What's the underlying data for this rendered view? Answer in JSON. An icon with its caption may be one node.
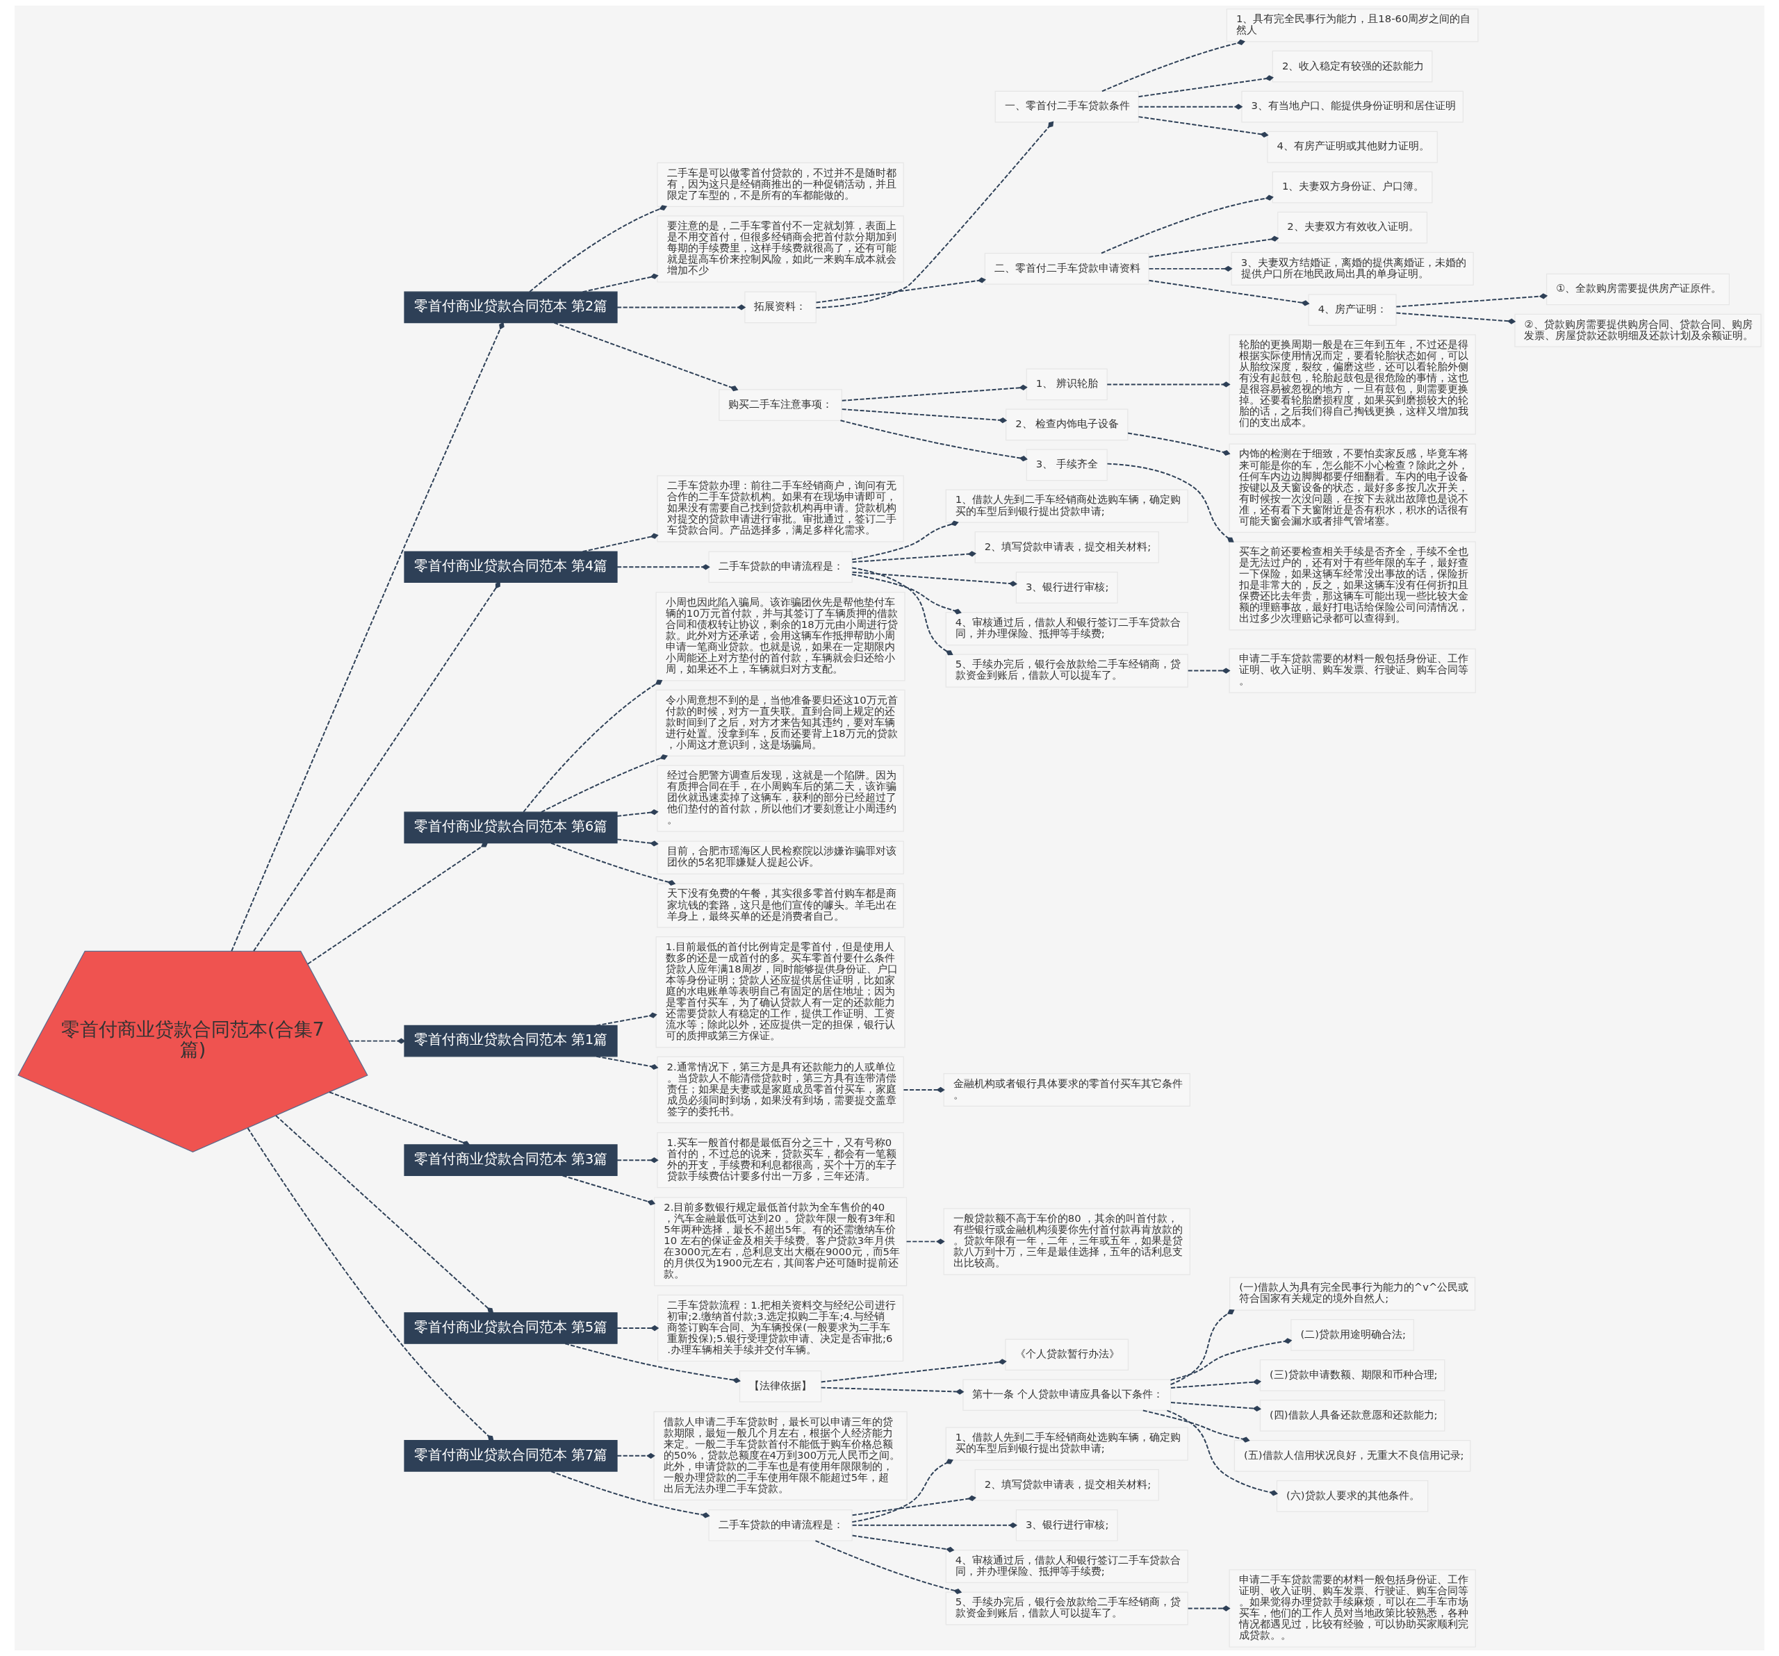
{
  "diagram": {
    "nodes": [
      {
        "text": [
          "零首付商业贷款合同范本(合集7篇)"
        ]
      },
      {
        "text": [
          "零首付商业贷款合同范本 第2篇"
        ]
      },
      {
        "text": [
          "二手车是可以做零首付贷款的，不过并不是随时都有，因为这只是经销商推出的一种促销活动，并且限定了车型的，不是所有的车都能做的。"
        ]
      },
      {
        "text": [
          "要注意的是，二手车零首付不一定就划算，表面上是不用交首付，但很多经销商会把首付款分期加到每期的手续费里，这样手续费就很高了，还有可能就是提高车价来控制风险，如此一来购车成本就会增加不少"
        ]
      },
      {
        "text": [
          "拓展资料："
        ]
      },
      {
        "text": [
          "一、零首付二手车贷款条件"
        ]
      },
      {
        "text": [
          "1、具有完全民事行为能力，且18-60周岁之间的自然人"
        ]
      },
      {
        "text": [
          "2、收入稳定有较强的还款能力"
        ]
      },
      {
        "text": [
          "3、有当地户口、能提供身份证明和居住证明"
        ]
      },
      {
        "text": [
          "4、有房产证明或其他财力证明。"
        ]
      },
      {
        "text": [
          "二、零首付二手车贷款申请资料"
        ]
      },
      {
        "text": [
          "1、夫妻双方身份证、户口簿。"
        ]
      },
      {
        "text": [
          "2、夫妻双方有效收入证明。"
        ]
      },
      {
        "text": [
          "3、夫妻双方结婚证，离婚的提供离婚证，未婚的提供户口所在地民政局出具的单身证明。"
        ]
      },
      {
        "text": [
          "4、房产证明："
        ]
      },
      {
        "text": [
          "①、全款购房需要提供房产证原件。"
        ]
      },
      {
        "text": [
          "②、贷款购房需要提供购房合同、贷款合同、购房发票、房屋贷款还款明细及还款计划及余额证明。"
        ]
      },
      {
        "text": [
          "购买二手车注意事项："
        ]
      },
      {
        "text": [
          "1、 辨识轮胎"
        ]
      },
      {
        "text": [
          "轮胎的更换周期一般是在三年到五年，不过还是得根据实际使用情况而定，要看轮胎状态如何，可以从胎纹深度，裂纹，偏磨这些，还可以看轮胎外侧有没有起鼓包，轮胎起鼓包是很危险的事情，这也是很容易被忽视的地方，一旦有鼓包，则需要更换掉。还要看轮胎磨损程度，如果买到磨损较大的轮胎的话，之后我们得自己掏钱更换，这样又增加我们的支出成本。"
        ]
      },
      {
        "text": [
          "2、 检查内饰电子设备"
        ]
      },
      {
        "text": [
          "内饰的检测在于细致，不要怕卖家反感，毕竟车将来可能是你的车，怎么能不小心检查？除此之外，任何车内边边脚脚都要仔细翻看。车内的电子设备按键以及天窗设备的状态，最好多多按几次开关，有时候按一次没问题，在按下去就出故障也是说不准，还有看下天窗附近是否有积水，积水的话很有可能天窗会漏水或者排气管堵塞。"
        ]
      },
      {
        "text": [
          "3、 手续齐全"
        ]
      },
      {
        "text": [
          "买车之前还要检查相关手续是否齐全，手续不全也是无法过户的，还有对于有些年限的车子，最好查一下保险，如果这辆车经常没出事故的话，保险折扣是非常大的，反之，如果这辆车没有任何折扣且保费还比去年贵，那这辆车可能出现一些比较大金额的理赔事故，最好打电话给保险公司问清情况，出过多少次理赔记录都可以查得到。"
        ]
      },
      {
        "text": [
          "零首付商业贷款合同范本 第4篇"
        ]
      },
      {
        "text": [
          "二手车贷款办理：前往二手车经销商户，询问有无合作的二手车贷款机构。如果有在现场申请即可，如果没有需要自己找到贷款机构再申请。贷款机构对提交的贷款申请进行审批。审批通过，签订二手车贷款合同。产品选择多，满足多样化需求。"
        ]
      },
      {
        "text": [
          "二手车贷款的申请流程是："
        ]
      },
      {
        "text": [
          "1、借款人先到二手车经销商处选购车辆，确定购买的车型后到银行提出贷款申请;"
        ]
      },
      {
        "text": [
          "2、填写贷款申请表，提交相关材料;"
        ]
      },
      {
        "text": [
          "3、银行进行审核;"
        ]
      },
      {
        "text": [
          "4、审核通过后，借款人和银行签订二手车贷款合同，并办理保险、抵押等手续费;"
        ]
      },
      {
        "text": [
          "5、手续办完后，银行会放款给二手车经销商，贷款资金到账后，借款人可以提车了。"
        ]
      },
      {
        "text": [
          "申请二手车贷款需要的材料一般包括身份证、工作证明、收入证明、购车发票、行驶证、购车合同等。"
        ]
      },
      {
        "text": [
          "零首付商业贷款合同范本 第6篇"
        ]
      },
      {
        "text": [
          "小周也因此陷入骗局。该诈骗团伙先是帮他垫付车辆的10万元首付款，并与其签订了车辆质押的借款合同和债权转让协议，剩余的18万元由小周进行贷款。此外对方还承诺，会用这辆车作抵押帮助小周申请一笔商业贷款。也就是说，如果在一定期限内小周能还上对方垫付的首付款，车辆就会归还给小周，如果还不上，车辆就归对方支配。"
        ]
      },
      {
        "text": [
          "令小周意想不到的是，当他准备要归还这10万元首付款的时候，对方一直失联。直到合同上规定的还款时间到了之后，对方才来告知其违约，要对车辆进行处置。没拿到车，反而还要背上18万元的贷款，小周这才意识到，这是场骗局。"
        ]
      },
      {
        "text": [
          "经过合肥警方调查后发现，这就是一个陷阱。因为有质押合同在手，在小周购车后的第二天，该诈骗团伙就迅速卖掉了这辆车，获利的部分已经超过了他们垫付的首付款，所以他们才要刻意让小周违约。"
        ]
      },
      {
        "text": [
          "目前，合肥市瑶海区人民检察院以涉嫌诈骗罪对该团伙的5名犯罪嫌疑人提起公诉。"
        ]
      },
      {
        "text": [
          "天下没有免费的午餐，其实很多零首付购车都是商家坑钱的套路，这只是他们宣传的噱头。羊毛出在羊身上，最终买单的还是消费者自己。"
        ]
      },
      {
        "text": [
          "零首付商业贷款合同范本 第1篇"
        ]
      },
      {
        "text": [
          "1.目前最低的首付比例肯定是零首付，但是使用人数多的还是一成首付的多。买车零首付要什么条件贷款人应年满18周岁，同时能够提供身份证、户口本等身份证明；贷款人还应提供居住证明，比如家庭的水电账单等表明自己有固定的居住地址；因为是零首付买车，为了确认贷款人有一定的还款能力还需要贷款人有稳定的工作，提供工作证明、工资流水等；除此以外，还应提供一定的担保，银行认可的质押或第三方保证。"
        ]
      },
      {
        "text": [
          "2.通常情况下，第三方是具有还款能力的人或单位。当贷款人不能清偿贷款时，第三方具有连带清偿责任；如果是夫妻或是家庭成员零首付买车，家庭成员必须同时到场，如果没有到场，需要提交盖章签字的委托书。"
        ]
      },
      {
        "text": [
          "金融机构或者银行具体要求的零首付买车其它条件。"
        ]
      },
      {
        "text": [
          "零首付商业贷款合同范本 第3篇"
        ]
      },
      {
        "text": [
          "1.买车一般首付都是最低百分之三十，又有号称0首付的，不过总的说来，贷款买车，都会有一笔额外的开支，手续费和利息都很高，买个十万的车子贷款手续费估计要多付出一万多，三年还清。"
        ]
      },
      {
        "text": [
          "2.目前多数银行规定最低首付款为全车售价的40 ，汽车金融最低可达到20 。贷款年限一般有3年和5年两种选择，最长不超出5年。有的还需缴纳车价10 左右的保证金及相关手续费。客户贷款3年月供在3000元左右，总利息支出大概在9000元，而5年的月供仅为1900元左右，其间客户还可随时提前还款。"
        ]
      },
      {
        "text": [
          "一般贷款额不高于车价的80 ，其余的叫首付款，有些银行或金融机构须要你先付首付款再肯放款的。贷款年限有一年，二年，三年或五年，如果是贷款八万到十万，三年是最佳选择，五年的话利息支出比较高。"
        ]
      },
      {
        "text": [
          "零首付商业贷款合同范本 第5篇"
        ]
      },
      {
        "text": [
          "二手车贷款流程：1.把相关资料交与经纪公司进行初审;2.缴纳首付款;3.选定拟购二手车;4.与经销商签订购车合同、为车辆投保(一般要求为二手车重新投保);5.银行受理贷款申请、决定是否审批;6.办理车辆相关手续并交付车辆。"
        ]
      },
      {
        "text": [
          "【法律依据】"
        ]
      },
      {
        "text": [
          "《个人贷款暂行办法》"
        ]
      },
      {
        "text": [
          "第十一条 个人贷款申请应具备以下条件："
        ]
      },
      {
        "text": [
          "(一)借款人为具有完全民事行为能力的^v^公民或符合国家有关规定的境外自然人;"
        ]
      },
      {
        "text": [
          "(二)贷款用途明确合法;"
        ]
      },
      {
        "text": [
          "(三)贷款申请数额、期限和币种合理;"
        ]
      },
      {
        "text": [
          "(四)借款人具备还款意愿和还款能力;"
        ]
      },
      {
        "text": [
          "(五)借款人信用状况良好，无重大不良信用记录;"
        ]
      },
      {
        "text": [
          "(六)贷款人要求的其他条件。"
        ]
      },
      {
        "text": [
          "零首付商业贷款合同范本 第7篇"
        ]
      },
      {
        "text": [
          "借款人申请二手车贷款时，最长可以申请三年的贷款期限，最短一般几个月左右，根据个人经济能力来定。一般二手车贷款首付不能低于购车价格总额的50%，贷款总额度在4万到300万元人民币之间。此外，申请贷款的二手车也是有使用年限限制的，一般办理贷款的二手车使用年限不能超过5年，超出后无法办理二手车贷款。"
        ]
      },
      {
        "text": [
          "二手车贷款的申请流程是："
        ]
      },
      {
        "text": [
          "1、借款人先到二手车经销商处选购车辆，确定购买的车型后到银行提出贷款申请;"
        ]
      },
      {
        "text": [
          "2、填写贷款申请表，提交相关材料;"
        ]
      },
      {
        "text": [
          "3、银行进行审核;"
        ]
      },
      {
        "text": [
          "4、审核通过后，借款人和银行签订二手车贷款合同，并办理保险、抵押等手续费;"
        ]
      },
      {
        "text": [
          "5、手续办完后，银行会放款给二手车经销商，贷款资金到账后，借款人可以提车了。"
        ]
      },
      {
        "text": [
          "申请二手车贷款需要的材料一般包括身份证、工作证明、收入证明、购车发票、行驶证、购车合同等。如果觉得办理贷款手续麻烦，可以在二手车市场买车，他们的工作人员对当地政策比较熟悉，各种情况都遇见过，比较有经验，可以协助买家顺利完成贷款。。"
        ]
      }
    ],
    "edges": [
      {
        "from": 0,
        "to": 1,
        "arrow": "other",
        "style": "dashed"
      },
      {
        "from": 1,
        "to": 2,
        "arrow": "other",
        "style": "dashed"
      },
      {
        "from": 1,
        "to": 3,
        "arrow": "other",
        "style": "dashed"
      },
      {
        "from": 1,
        "to": 4,
        "arrow": "other",
        "style": "dashed"
      },
      {
        "from": 4,
        "to": 5,
        "arrow": "other",
        "style": "dashed"
      },
      {
        "from": 5,
        "to": 6,
        "arrow": "other",
        "style": "dashed"
      },
      {
        "from": 5,
        "to": 7,
        "arrow": "other",
        "style": "dashed"
      },
      {
        "from": 5,
        "to": 8,
        "arrow": "other",
        "style": "dashed"
      },
      {
        "from": 5,
        "to": 9,
        "arrow": "other",
        "style": "dashed"
      },
      {
        "from": 4,
        "to": 10,
        "arrow": "other",
        "style": "dashed"
      },
      {
        "from": 10,
        "to": 11,
        "arrow": "other",
        "style": "dashed"
      },
      {
        "from": 10,
        "to": 12,
        "arrow": "other",
        "style": "dashed"
      },
      {
        "from": 10,
        "to": 13,
        "arrow": "other",
        "style": "dashed"
      },
      {
        "from": 10,
        "to": 14,
        "arrow": "other",
        "style": "dashed"
      },
      {
        "from": 14,
        "to": 15,
        "arrow": "other",
        "style": "dashed"
      },
      {
        "from": 14,
        "to": 16,
        "arrow": "other",
        "style": "dashed"
      },
      {
        "from": 1,
        "to": 17,
        "arrow": "other",
        "style": "dashed"
      },
      {
        "from": 17,
        "to": 18,
        "arrow": "other",
        "style": "dashed"
      },
      {
        "from": 18,
        "to": 19,
        "arrow": "other",
        "style": "dashed"
      },
      {
        "from": 17,
        "to": 20,
        "arrow": "other",
        "style": "dashed"
      },
      {
        "from": 20,
        "to": 21,
        "arrow": "other",
        "style": "dashed"
      },
      {
        "from": 17,
        "to": 22,
        "arrow": "other",
        "style": "dashed"
      },
      {
        "from": 22,
        "to": 23,
        "arrow": "other",
        "style": "dashed"
      },
      {
        "from": 0,
        "to": 24,
        "arrow": "other",
        "style": "dashed"
      },
      {
        "from": 24,
        "to": 25,
        "arrow": "other",
        "style": "dashed"
      },
      {
        "from": 24,
        "to": 26,
        "arrow": "other",
        "style": "dashed"
      },
      {
        "from": 26,
        "to": 27,
        "arrow": "other",
        "style": "dashed"
      },
      {
        "from": 26,
        "to": 28,
        "arrow": "other",
        "style": "dashed"
      },
      {
        "from": 26,
        "to": 29,
        "arrow": "other",
        "style": "dashed"
      },
      {
        "from": 26,
        "to": 30,
        "arrow": "other",
        "style": "dashed"
      },
      {
        "from": 26,
        "to": 31,
        "arrow": "other",
        "style": "dashed"
      },
      {
        "from": 31,
        "to": 32,
        "arrow": "other",
        "style": "dashed"
      },
      {
        "from": 0,
        "to": 33,
        "arrow": "other",
        "style": "dashed"
      },
      {
        "from": 33,
        "to": 34,
        "arrow": "other",
        "style": "dashed"
      },
      {
        "from": 33,
        "to": 35,
        "arrow": "other",
        "style": "dashed"
      },
      {
        "from": 33,
        "to": 36,
        "arrow": "other",
        "style": "dashed"
      },
      {
        "from": 33,
        "to": 37,
        "arrow": "other",
        "style": "dashed"
      },
      {
        "from": 33,
        "to": 38,
        "arrow": "other",
        "style": "dashed"
      },
      {
        "from": 0,
        "to": 39,
        "arrow": "other",
        "style": "dashed"
      },
      {
        "from": 39,
        "to": 40,
        "arrow": "other",
        "style": "dashed"
      },
      {
        "from": 39,
        "to": 41,
        "arrow": "other",
        "style": "dashed"
      },
      {
        "from": 41,
        "to": 42,
        "arrow": "other",
        "style": "dashed"
      },
      {
        "from": 0,
        "to": 43,
        "arrow": "other",
        "style": "dashed"
      },
      {
        "from": 43,
        "to": 44,
        "arrow": "other",
        "style": "dashed"
      },
      {
        "from": 43,
        "to": 45,
        "arrow": "other",
        "style": "dashed"
      },
      {
        "from": 45,
        "to": 46,
        "arrow": "other",
        "style": "dashed"
      },
      {
        "from": 0,
        "to": 47,
        "arrow": "other",
        "style": "dashed"
      },
      {
        "from": 47,
        "to": 48,
        "arrow": "other",
        "style": "dashed"
      },
      {
        "from": 47,
        "to": 49,
        "arrow": "other",
        "style": "dashed"
      },
      {
        "from": 49,
        "to": 50,
        "arrow": "other",
        "style": "dashed"
      },
      {
        "from": 49,
        "to": 51,
        "arrow": "other",
        "style": "dashed"
      },
      {
        "from": 51,
        "to": 52,
        "arrow": "other",
        "style": "dashed"
      },
      {
        "from": 51,
        "to": 53,
        "arrow": "other",
        "style": "dashed"
      },
      {
        "from": 51,
        "to": 54,
        "arrow": "other",
        "style": "dashed"
      },
      {
        "from": 51,
        "to": 55,
        "arrow": "other",
        "style": "dashed"
      },
      {
        "from": 51,
        "to": 56,
        "arrow": "other",
        "style": "dashed"
      },
      {
        "from": 51,
        "to": 57,
        "arrow": "other",
        "style": "dashed"
      },
      {
        "from": 0,
        "to": 58,
        "arrow": "other",
        "style": "dashed"
      },
      {
        "from": 58,
        "to": 59,
        "arrow": "other",
        "style": "dashed"
      },
      {
        "from": 58,
        "to": 60,
        "arrow": "other",
        "style": "dashed"
      },
      {
        "from": 60,
        "to": 61,
        "arrow": "other",
        "style": "dashed"
      },
      {
        "from": 60,
        "to": 62,
        "arrow": "other",
        "style": "dashed"
      },
      {
        "from": 60,
        "to": 63,
        "arrow": "other",
        "style": "dashed"
      },
      {
        "from": 60,
        "to": 64,
        "arrow": "other",
        "style": "dashed"
      },
      {
        "from": 60,
        "to": 65,
        "arrow": "other",
        "style": "dashed"
      },
      {
        "from": 65,
        "to": 66,
        "arrow": "other",
        "style": "dashed"
      }
    ]
  }
}
